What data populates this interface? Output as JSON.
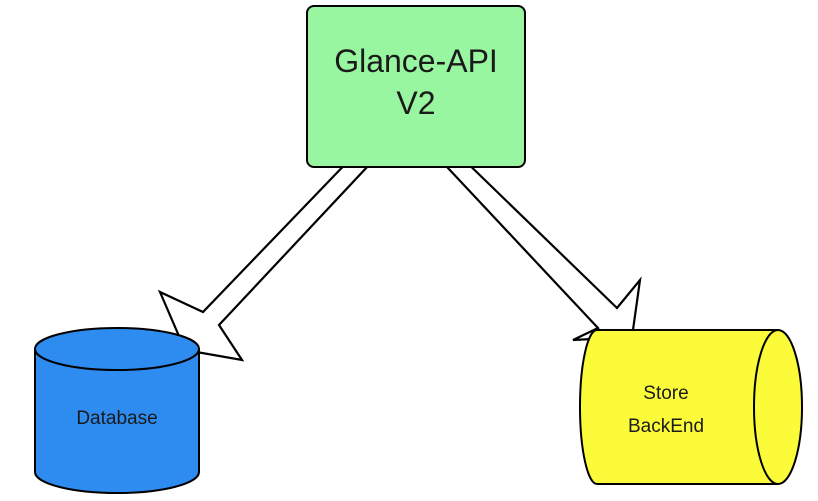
{
  "nodes": {
    "api": {
      "line1": "Glance-API",
      "line2": "V2",
      "fill": "#98f5a0",
      "stroke": "#000000"
    },
    "database": {
      "label": "Database",
      "fill": "#2e8bf0",
      "stroke": "#000000"
    },
    "store": {
      "line1": "Store",
      "line2": "BackEnd",
      "fill": "#fbfb3a",
      "stroke": "#000000"
    }
  },
  "edges": [
    {
      "from": "api",
      "to": "database",
      "style": "hollow-arrow"
    },
    {
      "from": "api",
      "to": "store",
      "style": "hollow-arrow"
    }
  ]
}
